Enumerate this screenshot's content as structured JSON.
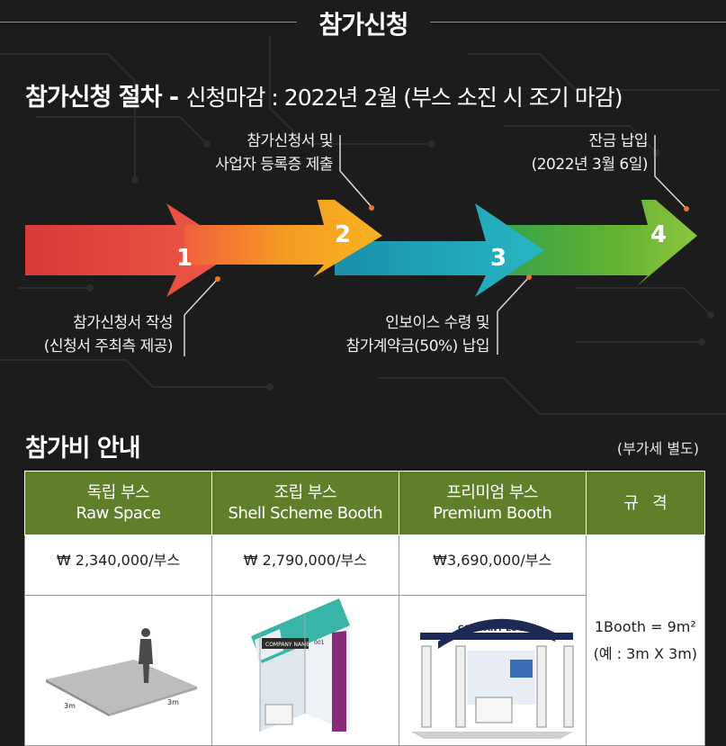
{
  "header": {
    "title": "참가신청"
  },
  "procedure": {
    "title": "참가신청 절차",
    "dash": " - ",
    "deadline": "신청마감 : 2022년 2월 (부스 소진 시 조기 마감)",
    "steps": [
      {
        "num": "1",
        "line1": "참가신청서 작성",
        "line2": "(신청서 주최측 제공)",
        "color": "#e0403f"
      },
      {
        "num": "2",
        "line1": "참가신청서 및",
        "line2": "사업자 등록증 제출",
        "color": "#f39a24"
      },
      {
        "num": "3",
        "line1": "인보이스 수령 및",
        "line2": "참가계약금(50%) 납입",
        "color": "#1aa3b3"
      },
      {
        "num": "4",
        "line1": "잔금 납입",
        "line2": "(2022년 3월 6일)",
        "color": "#63b22f"
      }
    ]
  },
  "fees": {
    "title": "참가비 안내",
    "vat_note": "(부가세 별도)",
    "columns": [
      {
        "ko": "독립 부스",
        "en": "Raw Space",
        "price": "₩ 2,340,000/부스"
      },
      {
        "ko": "조립 부스",
        "en": "Shell Scheme Booth",
        "price": "₩ 2,790,000/부스"
      },
      {
        "ko": "프리미엄 부스",
        "en": "Premium Booth",
        "price": "₩3,690,000/부스"
      }
    ],
    "spec_header": "규   격",
    "spec_line1": "1Booth = 9m²",
    "spec_line2": "(예 : 3m X 3m)",
    "raw_dim_1": "3m",
    "raw_dim_2": "3m",
    "shell_sign": "COMPANY NAME",
    "shell_num": "001",
    "premium_logo": "COMPANY LOGO"
  }
}
